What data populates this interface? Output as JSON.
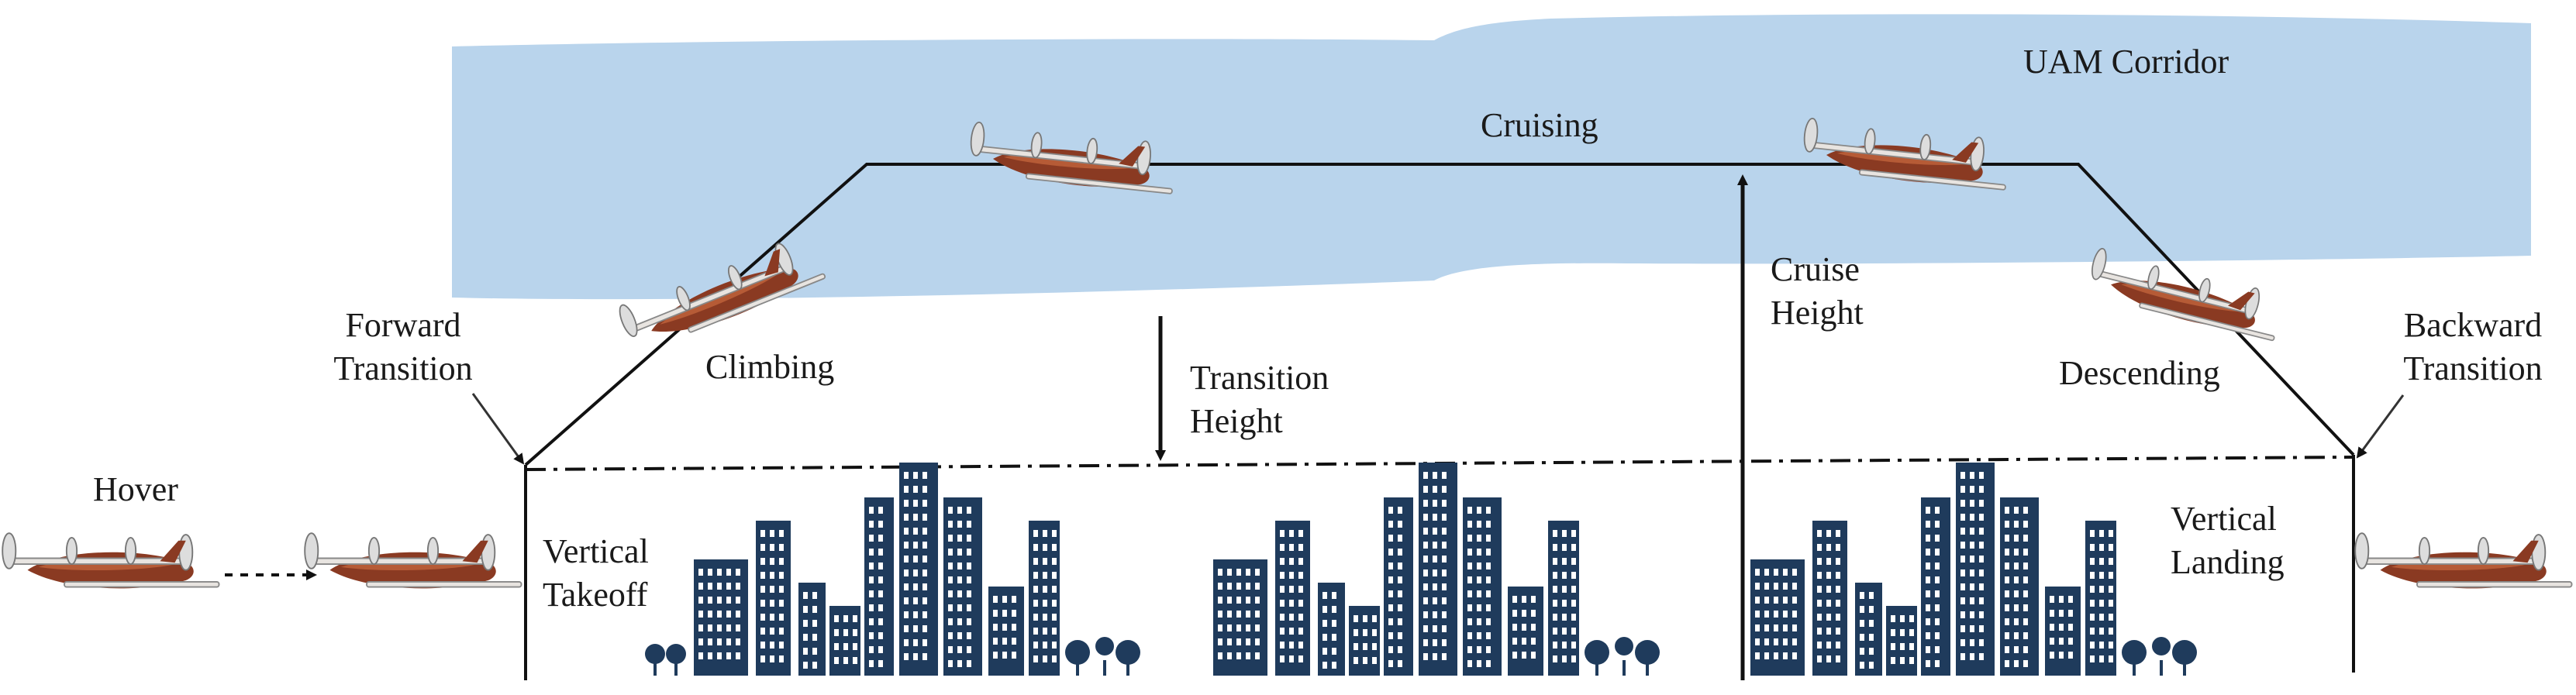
{
  "labels": {
    "corridor": "UAM Corridor",
    "cruising": "Cruising",
    "climbing": "Climbing",
    "descending": "Descending",
    "hover": "Hover",
    "forward_transition_1": "Forward",
    "forward_transition_2": "Transition",
    "backward_transition_1": "Backward",
    "backward_transition_2": "Transition",
    "transition_height_1": "Transition",
    "transition_height_2": "Height",
    "cruise_height_1": "Cruise",
    "cruise_height_2": "Height",
    "vertical_takeoff_1": "Vertical",
    "vertical_takeoff_2": "Takeoff",
    "vertical_landing_1": "Vertical",
    "vertical_landing_2": "Landing"
  },
  "colors": {
    "corridor": "#b9d4ec",
    "city": "#1f3b5c",
    "line": "#111111",
    "aircraft_body": "#8a3a22",
    "aircraft_wing": "#e8e4e0"
  },
  "icons": [
    "evtol-aircraft-icon",
    "city-skyline-icon",
    "arrow-icon"
  ]
}
